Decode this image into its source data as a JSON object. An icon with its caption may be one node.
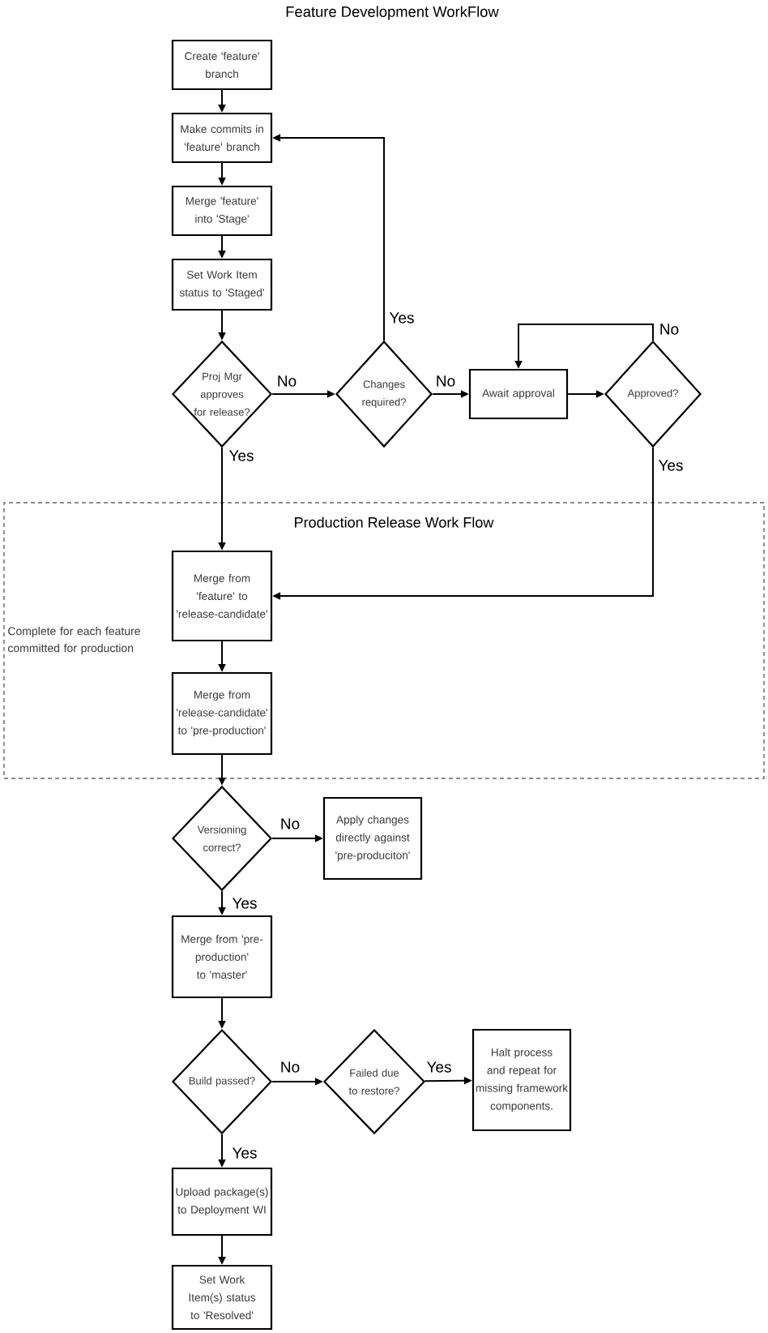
{
  "diagram": {
    "title": "Feature Development WorkFlow",
    "nodes": [
      {
        "text": [
          "Create 'feature' branch"
        ]
      },
      {
        "text": [
          "Make commits in 'feature' branch"
        ]
      },
      {
        "text": [
          "Merge 'feature' into 'Stage'"
        ]
      },
      {
        "text": [
          "Set Work Item status to 'Staged'"
        ]
      },
      {
        "text": [
          "Proj Mgr approves for release?"
        ]
      },
      {
        "text": [
          "Changes required?"
        ]
      },
      {
        "text": [
          "Await approval"
        ]
      },
      {
        "text": [
          "Approved?"
        ]
      },
      {
        "text": [
          "Production Release Work Flow",
          "Complete for each feature committed for production"
        ]
      },
      {
        "text": [
          "Merge from 'feature' to 'release-candidate'"
        ],
        "in": 8
      },
      {
        "text": [
          "Merge from 'release-candidate' to 'pre-production'"
        ],
        "in": 8
      },
      {
        "text": [
          "Versioning correct?"
        ]
      },
      {
        "text": [
          "Apply changes directly against 'pre-produciton'"
        ]
      },
      {
        "text": [
          "Merge from 'pre-production' to 'master'"
        ]
      },
      {
        "text": [
          "Build passed?"
        ]
      },
      {
        "text": [
          "Failed due to restore?"
        ]
      },
      {
        "text": [
          "Halt process and repeat for missing framework components."
        ]
      },
      {
        "text": [
          "Upload package(s) to Deployment WI"
        ]
      },
      {
        "text": [
          "Set Work Item(s) status to 'Resolved'"
        ]
      }
    ],
    "edges": [
      {
        "from": 0,
        "to": 1,
        "arrow": "to"
      },
      {
        "from": 1,
        "to": 2,
        "arrow": "to"
      },
      {
        "from": 2,
        "to": 3,
        "arrow": "to"
      },
      {
        "from": 3,
        "to": 4,
        "arrow": "to"
      },
      {
        "from": 4,
        "to": 5,
        "arrow": "to",
        "label": "No"
      },
      {
        "from": 5,
        "to": 1,
        "arrow": "to",
        "label": "Yes"
      },
      {
        "from": 5,
        "to": 6,
        "arrow": "to",
        "label": "No"
      },
      {
        "from": 6,
        "to": 7,
        "arrow": "to"
      },
      {
        "from": 7,
        "to": 6,
        "arrow": "to",
        "label": "No"
      },
      {
        "from": 4,
        "to": 9,
        "arrow": "to",
        "label": "Yes"
      },
      {
        "from": 7,
        "to": 9,
        "arrow": "to",
        "label": "Yes"
      },
      {
        "from": 9,
        "to": 10,
        "arrow": "to"
      },
      {
        "from": 10,
        "to": 11,
        "arrow": "to"
      },
      {
        "from": 11,
        "to": 12,
        "arrow": "to",
        "label": "No"
      },
      {
        "from": 11,
        "to": 13,
        "arrow": "to",
        "label": "Yes"
      },
      {
        "from": 13,
        "to": 14,
        "arrow": "to"
      },
      {
        "from": 14,
        "to": 15,
        "arrow": "to",
        "label": "No"
      },
      {
        "from": 15,
        "to": 16,
        "arrow": "to",
        "label": "Yes"
      },
      {
        "from": 14,
        "to": 17,
        "arrow": "to",
        "label": "Yes"
      },
      {
        "from": 17,
        "to": 18,
        "arrow": "to"
      }
    ]
  }
}
